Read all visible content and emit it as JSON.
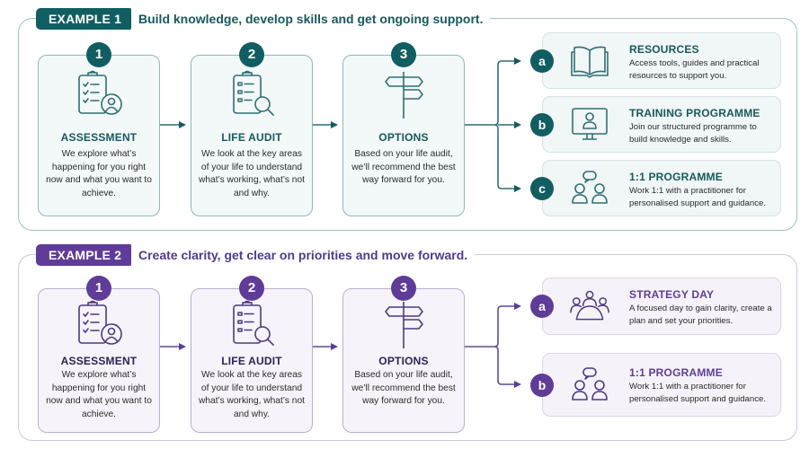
{
  "colors": {
    "example1_accent": "#115e62",
    "example2_accent": "#5f3c97"
  },
  "examples": [
    {
      "tag": "EXAMPLE 1",
      "headline": "Build knowledge, develop skills and get ongoing support.",
      "steps": [
        {
          "number": "1",
          "icon": "clipboard-checklist-person-icon",
          "title": "ASSESSMENT",
          "desc": "We explore what’s happening for you right now and what you want to achieve."
        },
        {
          "number": "2",
          "icon": "clipboard-magnifier-icon",
          "title": "LIFE AUDIT",
          "desc": "We look at the key areas of your life to understand what’s working, what’s not and why."
        },
        {
          "number": "3",
          "icon": "signpost-icon",
          "title": "OPTIONS",
          "desc": "Based on your life audit, we’ll recommend the best way forward for you."
        }
      ],
      "options": [
        {
          "letter": "a",
          "icon": "open-book-icon",
          "title": "RESOURCES",
          "desc": "Access tools, guides and practical resources to support you."
        },
        {
          "letter": "b",
          "icon": "monitor-person-icon",
          "title": "TRAINING PROGRAMME",
          "desc": "Join our structured programme to build knowledge and skills."
        },
        {
          "letter": "c",
          "icon": "two-people-speech-icon",
          "title": "1:1 PROGRAMME",
          "desc": "Work 1:1 with a practitioner for personalised support and guidance."
        }
      ]
    },
    {
      "tag": "EXAMPLE 2",
      "headline": "Create clarity, get clear on priorities and move forward.",
      "steps": [
        {
          "number": "1",
          "icon": "clipboard-checklist-person-icon",
          "title": "ASSESSMENT",
          "desc": "We explore what’s happening for you right now and what you want to achieve."
        },
        {
          "number": "2",
          "icon": "clipboard-magnifier-icon",
          "title": "LIFE AUDIT",
          "desc": "We look at the key areas of your life to understand what’s working, what’s not and why."
        },
        {
          "number": "3",
          "icon": "signpost-icon",
          "title": "OPTIONS",
          "desc": "Based on your life audit, we’ll recommend the best way forward for you."
        }
      ],
      "options": [
        {
          "letter": "a",
          "icon": "group-meeting-icon",
          "title": "STRATEGY DAY",
          "desc": "A focused day to gain clarity, create a plan and set your priorities."
        },
        {
          "letter": "b",
          "icon": "two-people-speech-icon",
          "title": "1:1 PROGRAMME",
          "desc": "Work 1:1 with a practitioner for personalised support and guidance."
        }
      ]
    }
  ]
}
